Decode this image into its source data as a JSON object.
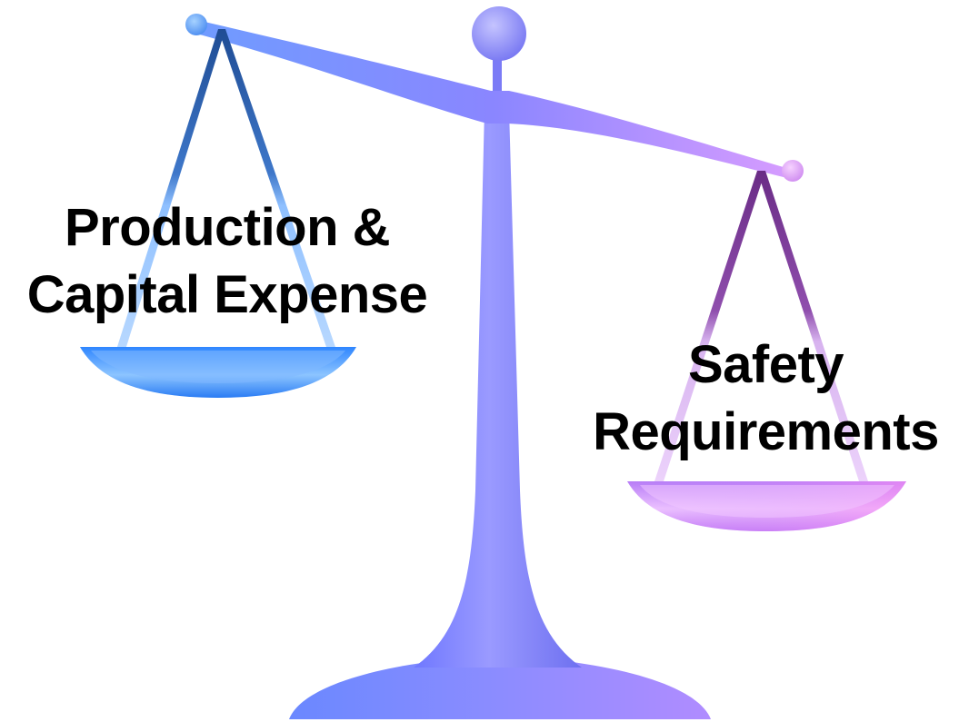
{
  "left_pan": {
    "label_line1": "Production &",
    "label_line2": "Capital Expense"
  },
  "right_pan": {
    "label_line1": "Safety",
    "label_line2": "Requirements"
  },
  "colors": {
    "blue": "#3f8cff",
    "violet": "#8a7bff",
    "pink": "#e88bff",
    "left_chain": "#2a5aa0",
    "right_chain": "#7a3c96"
  }
}
